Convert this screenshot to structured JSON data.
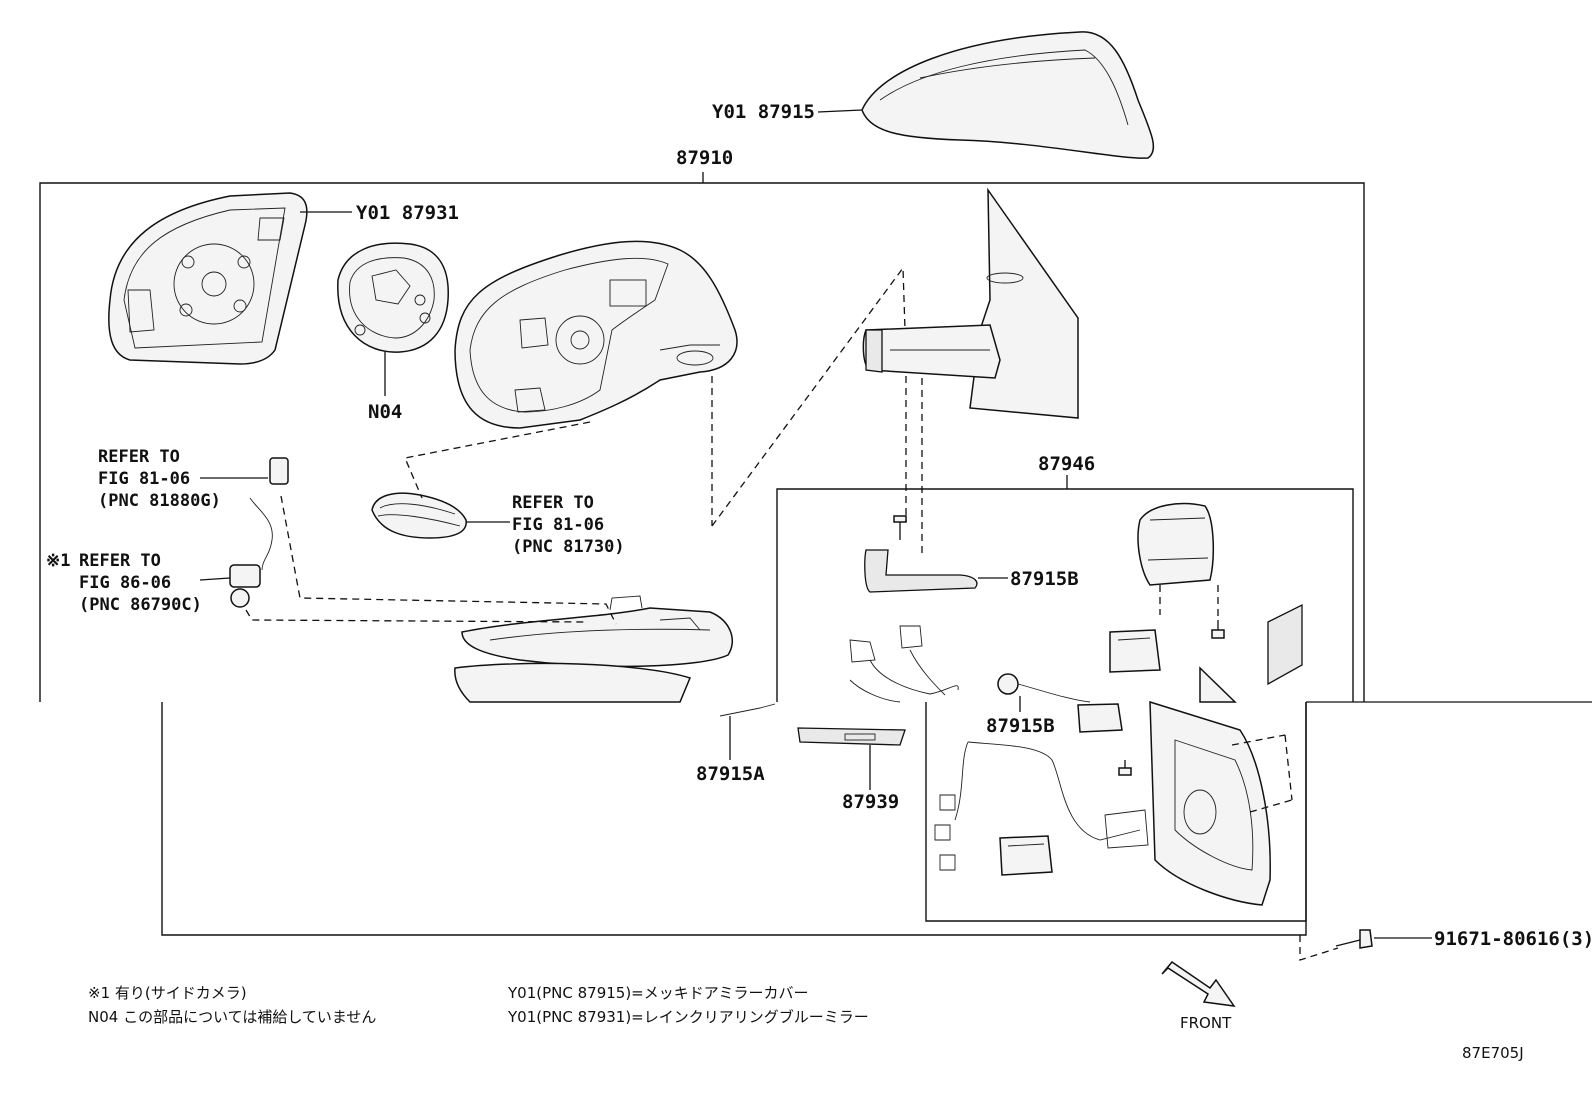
{
  "labels": {
    "cover": "Y01 87915",
    "assembly": "87910",
    "mirror": "Y01 87931",
    "n04": "N04",
    "refer1_l1": "REFER TO",
    "refer1_l2": "FIG 81-06",
    "refer1_l3": "(PNC 81880G)",
    "refer2_mark": "※1",
    "refer2_l1": "REFER TO",
    "refer2_l2": "FIG 86-06",
    "refer2_l3": "(PNC 86790C)",
    "refer3_l1": "REFER TO",
    "refer3_l2": "FIG 81-06",
    "refer3_l3": "(PNC 81730)",
    "sub_assembly": "87946",
    "p87915b_1": "87915B",
    "p87915b_2": "87915B",
    "p87915a": "87915A",
    "p87939": "87939",
    "bolt": "91671-80616(3)",
    "front": "FRONT"
  },
  "notes": {
    "n1": "※1 有り(サイドカメラ)",
    "n2": "N04 この部品については補給していません",
    "n3": "Y01(PNC 87915)=メッキドアミラーカバー",
    "n4": "Y01(PNC 87931)=レインクリアリングブルーミラー"
  },
  "figure_id": "87E705J",
  "icons": [
    "front-arrow-icon",
    "bolt-icon",
    "screw-icon"
  ]
}
